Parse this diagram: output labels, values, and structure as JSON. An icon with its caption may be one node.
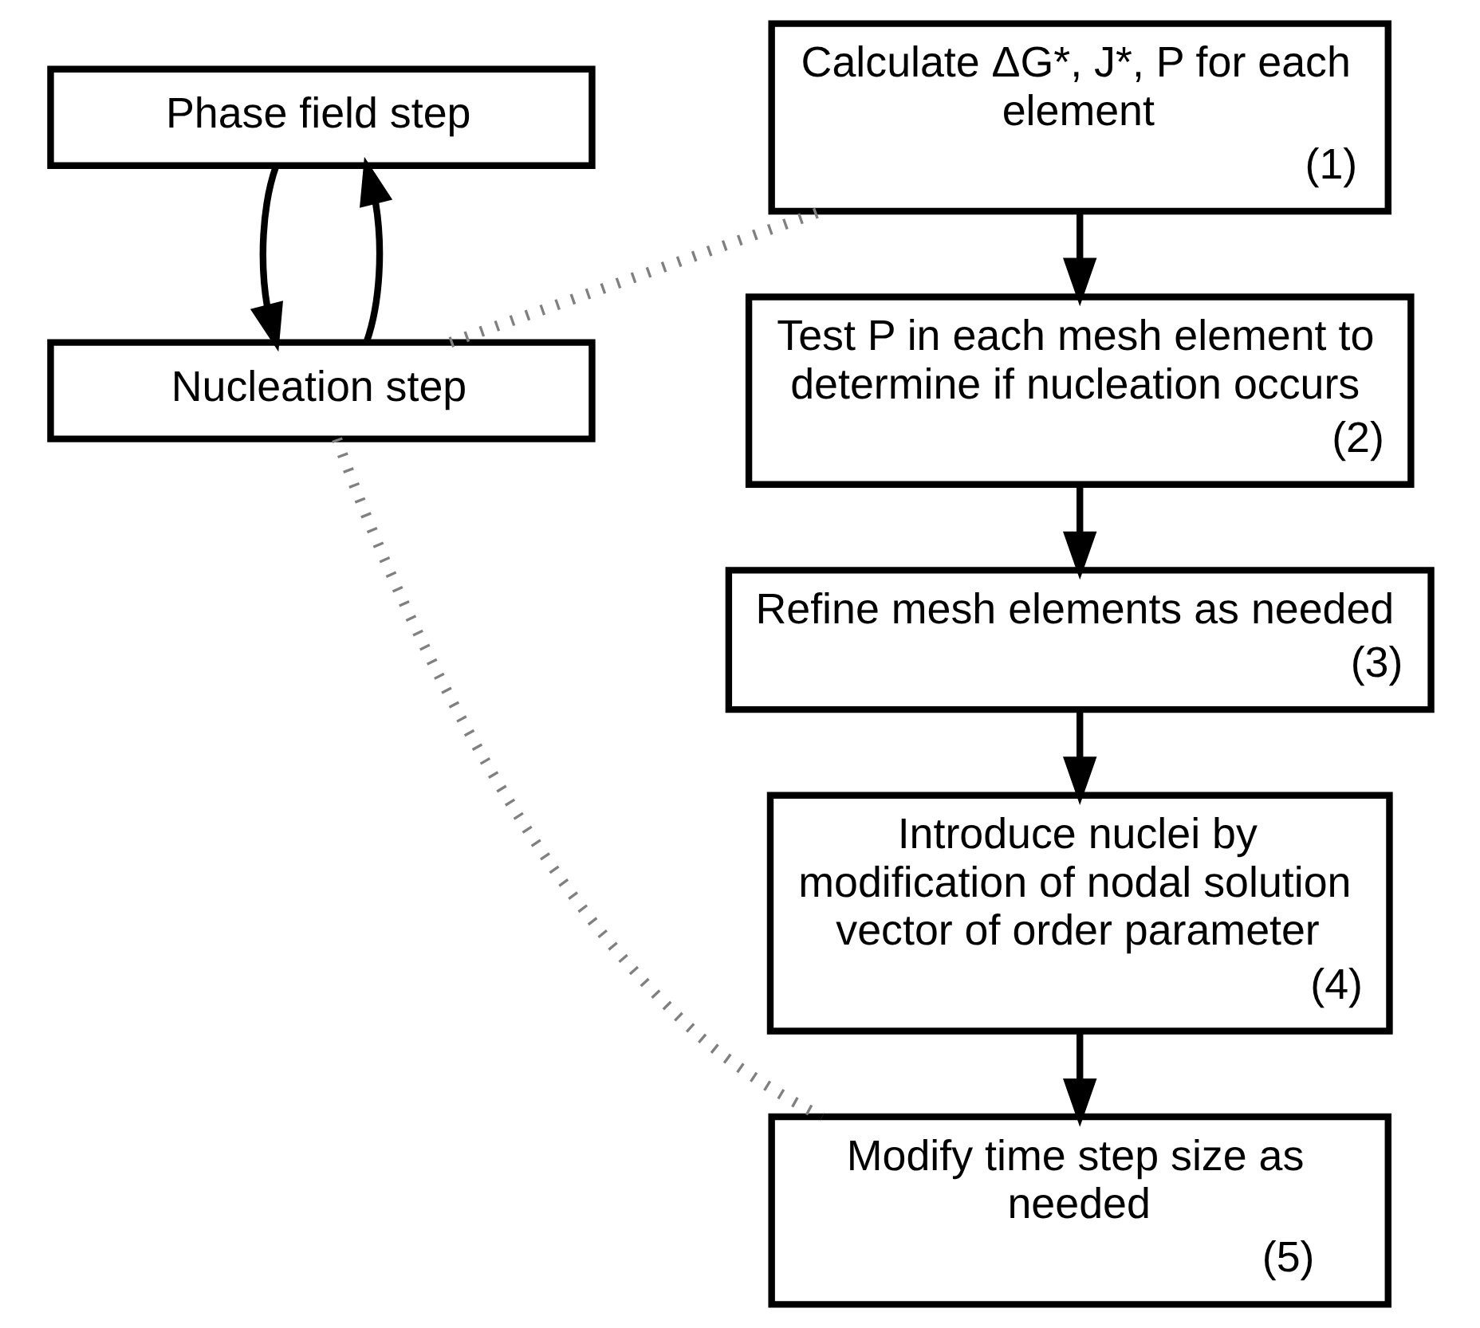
{
  "diagram": {
    "nodes": [
      {
        "text": [
          "Phase field step"
        ]
      },
      {
        "text": [
          "Nucleation step"
        ]
      },
      {
        "text": [
          "Calculate ΔG*, J*, P for each element",
          "(1)"
        ]
      },
      {
        "text": [
          "Test P in each mesh element to determine if nucleation occurs",
          "(2)"
        ]
      },
      {
        "text": [
          "Refine mesh elements as needed",
          "(3)"
        ]
      },
      {
        "text": [
          "Introduce nuclei by modification of nodal solution vector of order parameter",
          "(4)"
        ]
      },
      {
        "text": [
          "Modify time step size as needed",
          "(5)"
        ]
      }
    ],
    "edges": [
      {
        "from": 0,
        "to": 1,
        "arrow": "to"
      },
      {
        "from": 1,
        "to": 0,
        "arrow": "to"
      },
      {
        "from": 1,
        "to": 2,
        "arrow": "none",
        "style": "dashed",
        "color": "#808080"
      },
      {
        "from": 1,
        "to": 6,
        "arrow": "none",
        "style": "dashed",
        "color": "#808080"
      },
      {
        "from": 2,
        "to": 3,
        "arrow": "to"
      },
      {
        "from": 3,
        "to": 4,
        "arrow": "to"
      },
      {
        "from": 4,
        "to": 5,
        "arrow": "to"
      },
      {
        "from": 5,
        "to": 6,
        "arrow": "to"
      }
    ]
  }
}
